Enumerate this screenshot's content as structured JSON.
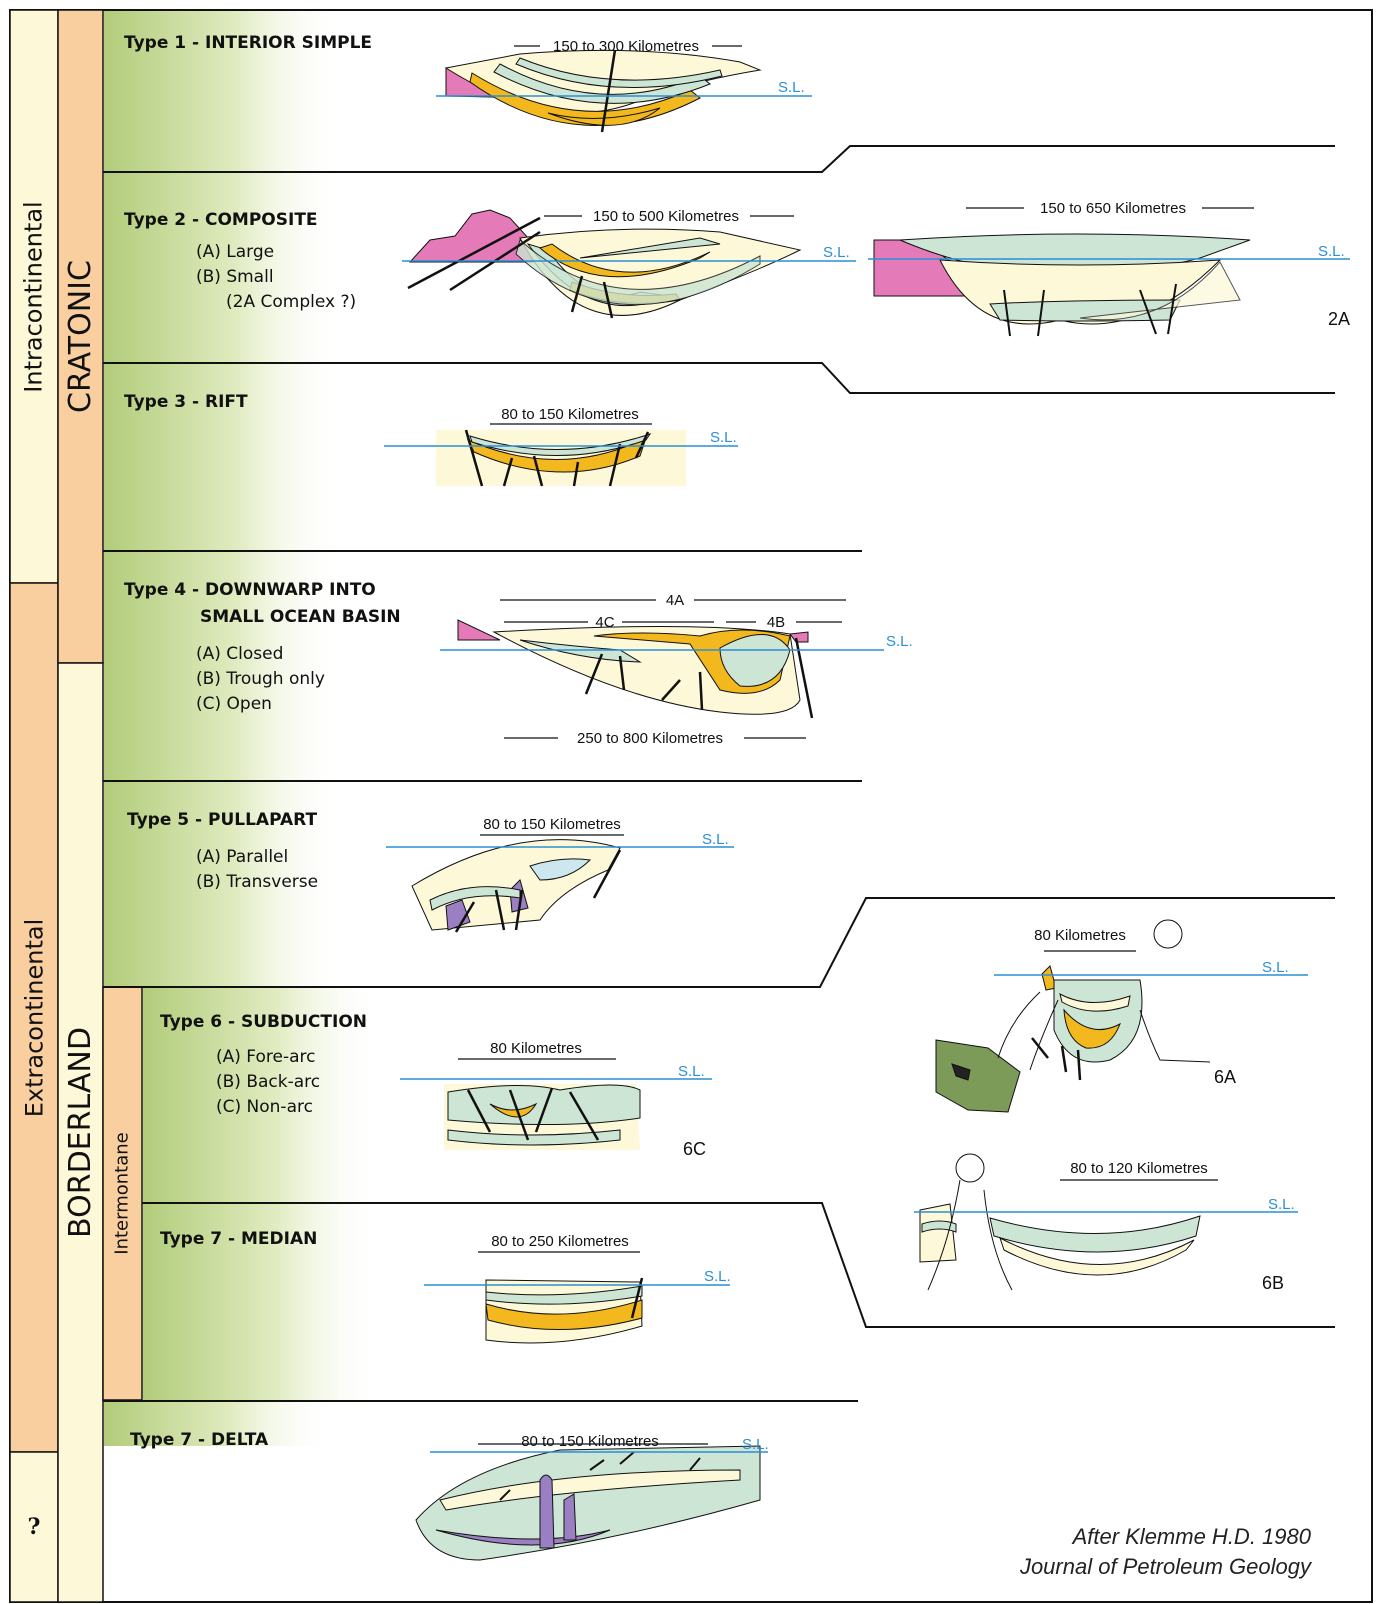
{
  "columns": {
    "col1": [
      "Intracontinental",
      "Extracontinental",
      "?"
    ],
    "col2": [
      "CRATONIC",
      "BORDERLAND"
    ],
    "col3": "Intermontane"
  },
  "basins": [
    {
      "title": "Type 1 - INTERIOR SIMPLE",
      "subtypes": []
    },
    {
      "title": "Type 2 - COMPOSITE",
      "subtypes": [
        "(A) Large",
        "(B) Small",
        "(2A Complex ?)"
      ]
    },
    {
      "title": "Type 3 - RIFT",
      "subtypes": []
    },
    {
      "title": "Type 4 - DOWNWARP INTO",
      "title2": "SMALL OCEAN BASIN",
      "subtypes": [
        "(A) Closed",
        "(B) Trough only",
        "(C) Open"
      ]
    },
    {
      "title": "Type 5 - PULLAPART",
      "subtypes": [
        "(A) Parallel",
        "(B) Transverse"
      ]
    },
    {
      "title": "Type 6 - SUBDUCTION",
      "subtypes": [
        "(A) Fore-arc",
        "(B) Back-arc",
        "(C) Non-arc"
      ]
    },
    {
      "title": "Type 7 - MEDIAN",
      "subtypes": []
    },
    {
      "title": "Type 7 - DELTA",
      "subtypes": []
    }
  ],
  "sections": {
    "t1": {
      "width": "150 to 300 Kilometres",
      "sl": "S.L."
    },
    "t2a": {
      "width": "150 to 500 Kilometres",
      "sl": "S.L."
    },
    "t2b": {
      "width": "150 to 650 Kilometres",
      "sl": "S.L.",
      "tag": "2A"
    },
    "t3": {
      "width": "80 to 150 Kilometres",
      "sl": "S.L."
    },
    "t4": {
      "width": "250 to 800 Kilometres",
      "sl": "S.L.",
      "tags": [
        "4A",
        "4C",
        "4B"
      ]
    },
    "t5": {
      "width": "80 to 150 Kilometres",
      "sl": "S.L."
    },
    "t6c": {
      "width": "80 Kilometres",
      "sl": "S.L.",
      "tag": "6C"
    },
    "t6a": {
      "width": "80 Kilometres",
      "sl": "S.L.",
      "tag": "6A"
    },
    "t6b": {
      "width": "80 to 120 Kilometres",
      "sl": "S.L.",
      "tag": "6B"
    },
    "t7m": {
      "width": "80 to 250 Kilometres",
      "sl": "S.L."
    },
    "t7d": {
      "width": "80 to 150 Kilometres",
      "sl": "S.L."
    }
  },
  "credit": {
    "line1": "After Klemme H.D. 1980",
    "line2": "Journal of Petroleum Geology"
  },
  "colors": {
    "cream": "#fdf8d8",
    "orange": "#f9cfa0",
    "green": "#b9d07f",
    "mint": "#cce5d4",
    "yellow": "#f2b81d",
    "pink": "#e47ab8",
    "purple": "#9a80c3",
    "blue": "#2a8fd6"
  }
}
